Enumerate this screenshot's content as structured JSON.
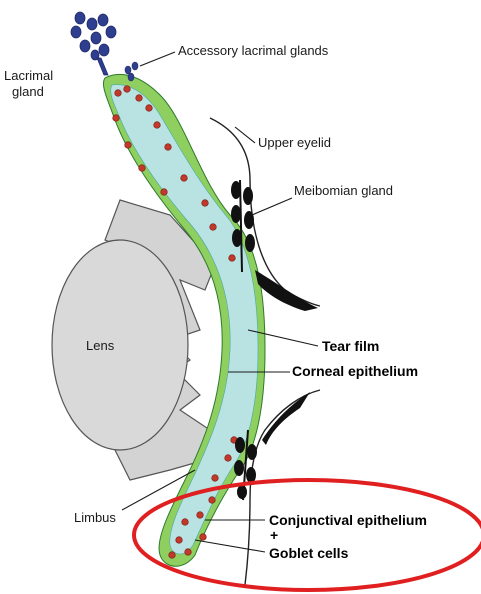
{
  "labels": {
    "lacrimal_gland": [
      "Lacrimal",
      "gland"
    ],
    "accessory_lacrimal_glands": "Accessory lacrimal glands",
    "upper_eyelid": "Upper eyelid",
    "meibomian_gland": "Meibomian gland",
    "lens": "Lens",
    "tear_film": "Tear film",
    "corneal_epithelium": "Corneal epithelium",
    "limbus": "Limbus",
    "conjunctival_epithelium": "Conjunctival epithelium",
    "plus": "+",
    "goblet_cells": "Goblet cells"
  },
  "colors": {
    "tear_film": "#b9e3e3",
    "epithelium": "#8fcf5f",
    "goblet": "#c0392b",
    "gland": "#2f3f8f",
    "lens": "#d9d9d9",
    "highlight": "#e02020"
  }
}
